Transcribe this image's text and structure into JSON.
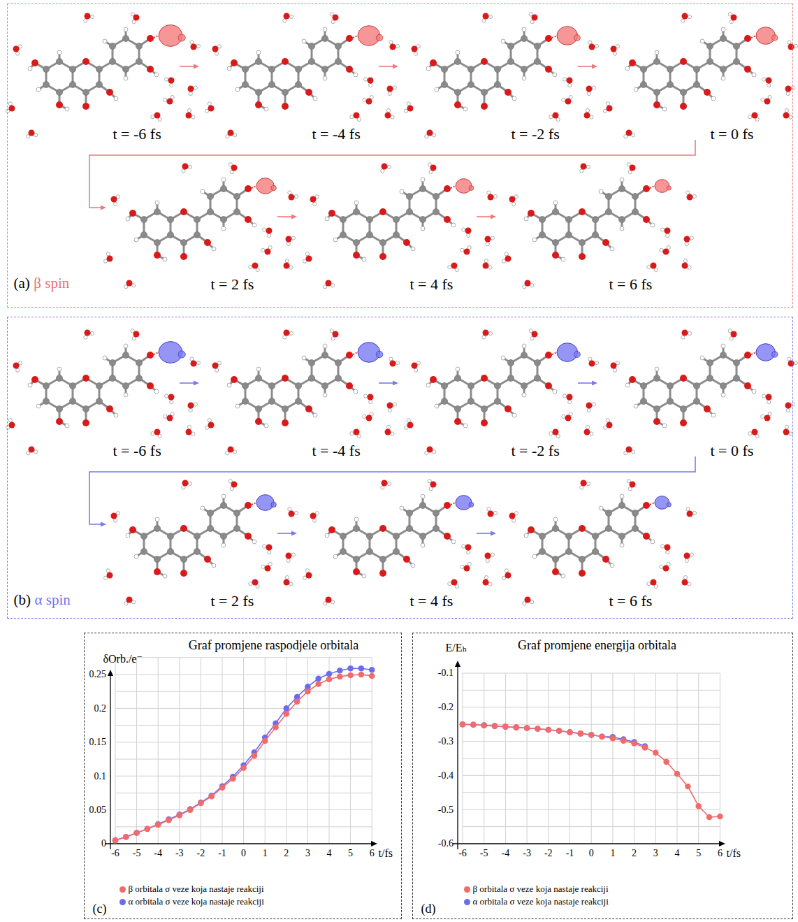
{
  "diagram": {
    "nodes": [
      {
        "text": [
          "(a)",
          "β spin",
          "t = -6 fs",
          "t = -4 fs",
          "t = -2 fs",
          "t = 0 fs",
          "t = 2 fs",
          "t = 4 fs",
          "t = 6 fs"
        ]
      },
      {
        "text": [
          "(b)",
          "α spin",
          "t = -6 fs",
          "t = -4 fs",
          "t = -2 fs",
          "t = 0 fs",
          "t = 2 fs",
          "t = 4 fs",
          "t = 6 fs"
        ]
      },
      {
        "text": [
          "Graf promjene raspodjele orbitala",
          "δOrb./e⁻",
          "t/fs",
          "(c)"
        ]
      },
      {
        "text": [
          "Graf promjene energija orbitala",
          "E/Eₕ",
          "t/fs",
          "(d)"
        ]
      }
    ],
    "labels": [
      "0",
      "0.05",
      "0.1",
      "0.15",
      "0.2",
      "0.25",
      "-6",
      "-5",
      "-4",
      "-3",
      "-2",
      "-1",
      "0",
      "1",
      "2",
      "3",
      "4",
      "5",
      "6",
      "-0.1",
      "-0.2",
      "-0.3",
      "-0.4",
      "-0.5",
      "-0.6",
      "-6",
      "-5",
      "-4",
      "-3",
      "-2",
      "-1",
      "0",
      "1",
      "2",
      "3",
      "4",
      "5",
      "6"
    ],
    "legend": [
      {
        "text": "β orbitala σ veze koja nastaje reakciji",
        "color": "#f26b6b"
      },
      {
        "text": "α orbitala σ veze koja nastaje reakciji",
        "color": "#6b6bf2"
      },
      {
        "text": "β orbitala σ veze koja nastaje reakciji",
        "color": "#f26b6b"
      },
      {
        "text": "α orbitala σ veze koja nastaje reakciji",
        "color": "#6b6bf2"
      }
    ]
  }
}
